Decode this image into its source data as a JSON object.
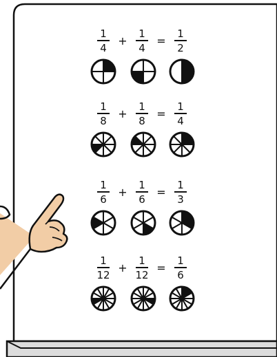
{
  "colors": {
    "ink": "#111111",
    "board": "#ffffff",
    "tray": "#dcdcdc",
    "skin": "#f2cda6",
    "background": "#ffffff"
  },
  "equations": [
    {
      "terms": [
        {
          "num": "1",
          "den": "4"
        },
        {
          "num": "1",
          "den": "4"
        },
        {
          "num": "1",
          "den": "2"
        }
      ],
      "operators": [
        "+",
        "="
      ],
      "circles": [
        {
          "slices": 4,
          "shaded": [
            0
          ]
        },
        {
          "slices": 4,
          "shaded": [
            2
          ]
        },
        {
          "slices": 2,
          "shaded": [
            0
          ]
        }
      ]
    },
    {
      "terms": [
        {
          "num": "1",
          "den": "8"
        },
        {
          "num": "1",
          "den": "8"
        },
        {
          "num": "1",
          "den": "4"
        }
      ],
      "operators": [
        "+",
        "="
      ],
      "circles": [
        {
          "slices": 8,
          "shaded": [
            5
          ]
        },
        {
          "slices": 8,
          "shaded": [
            6
          ]
        },
        {
          "slices": 8,
          "shaded": [
            0,
            1
          ]
        }
      ]
    },
    {
      "terms": [
        {
          "num": "1",
          "den": "6"
        },
        {
          "num": "1",
          "den": "6"
        },
        {
          "num": "1",
          "den": "3"
        }
      ],
      "operators": [
        "+",
        "="
      ],
      "circles": [
        {
          "slices": 6,
          "shaded": [
            4
          ]
        },
        {
          "slices": 6,
          "shaded": [
            2
          ]
        },
        {
          "slices": 6,
          "shaded": [
            0,
            1
          ]
        }
      ]
    },
    {
      "terms": [
        {
          "num": "1",
          "den": "12"
        },
        {
          "num": "1",
          "den": "12"
        },
        {
          "num": "1",
          "den": "6"
        }
      ],
      "operators": [
        "+",
        "="
      ],
      "circles": [
        {
          "slices": 12,
          "shaded": [
            8
          ]
        },
        {
          "slices": 12,
          "shaded": [
            3
          ]
        },
        {
          "slices": 12,
          "shaded": [
            0,
            1
          ]
        }
      ]
    }
  ],
  "icons": {
    "hand": "pointing-hand-icon"
  }
}
